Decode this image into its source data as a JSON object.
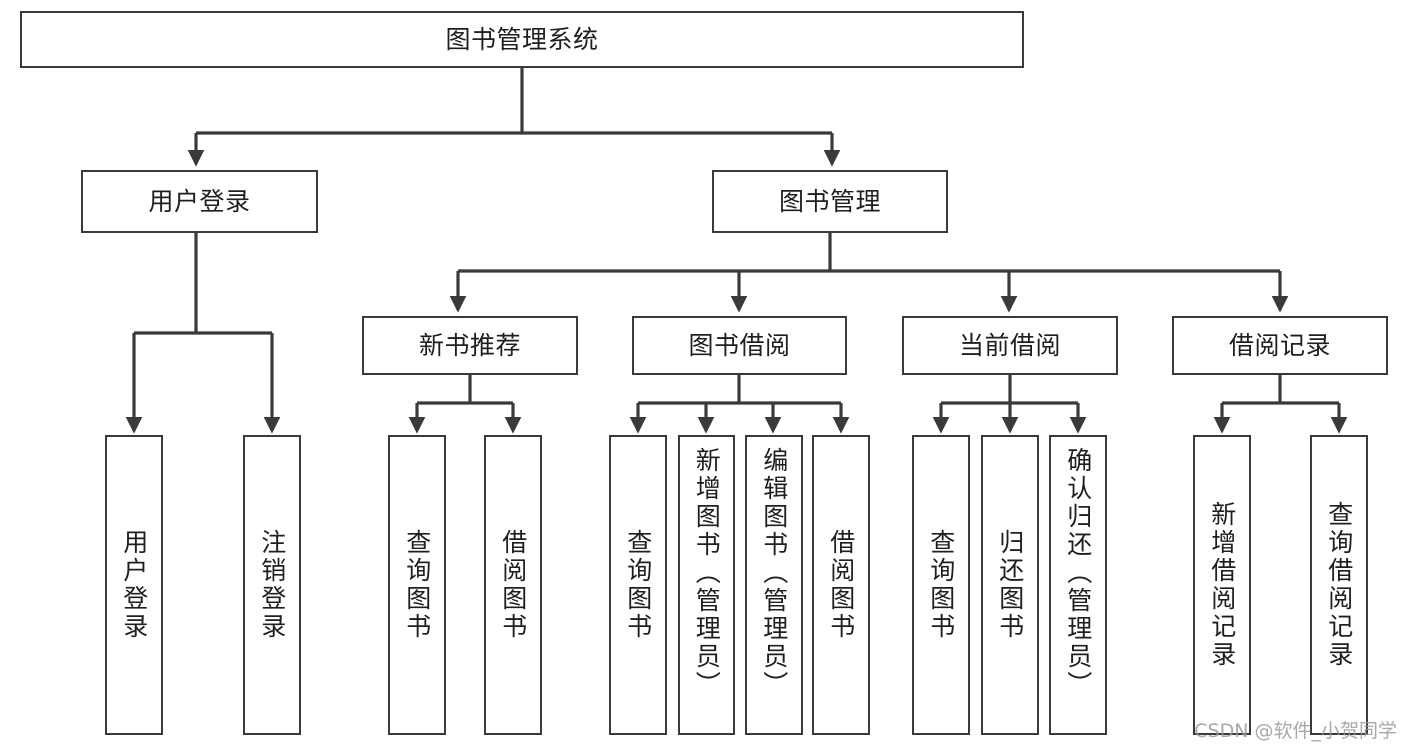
{
  "diagram": {
    "title": "图书管理系统",
    "watermark": "CSDN @软件_小贺同学",
    "colors": {
      "box_border": "#3a3a3a",
      "edge": "#3a3a3a",
      "text": "#1f1f1f",
      "background": "#ffffff",
      "watermark": "#9a9a9a"
    },
    "root": {
      "label": "图书管理系统"
    },
    "level1": [
      {
        "label": "用户登录"
      },
      {
        "label": "图书管理"
      }
    ],
    "level2": [
      {
        "label": "新书推荐"
      },
      {
        "label": "图书借阅"
      },
      {
        "label": "当前借阅"
      },
      {
        "label": "借阅记录"
      }
    ],
    "leaves": {
      "user_login": [
        {
          "label": "用户登录"
        },
        {
          "label": "注销登录"
        }
      ],
      "new_book_recommend": [
        {
          "label": "查询图书"
        },
        {
          "label": "借阅图书"
        }
      ],
      "book_borrow": [
        {
          "label": "查询图书"
        },
        {
          "label": "新增图书（管理员）"
        },
        {
          "label": "编辑图书（管理员）"
        },
        {
          "label": "借阅图书"
        }
      ],
      "current_borrow": [
        {
          "label": "查询图书"
        },
        {
          "label": "归还图书"
        },
        {
          "label": "确认归还（管理员）"
        }
      ],
      "borrow_record": [
        {
          "label": "新增借阅记录"
        },
        {
          "label": "查询借阅记录"
        }
      ]
    }
  }
}
